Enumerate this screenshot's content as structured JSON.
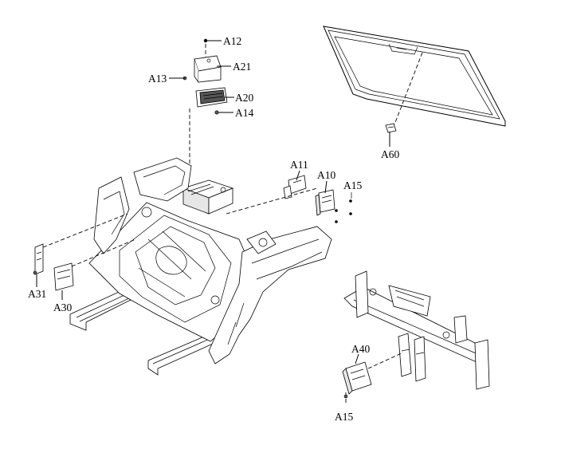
{
  "labels": {
    "a12": "A12",
    "a21": "A21",
    "a13": "A13",
    "a20": "A20",
    "a14": "A14",
    "a60": "A60",
    "a11": "A11",
    "a10": "A10",
    "a15_top": "A15",
    "a31": "A31",
    "a30": "A30",
    "a40": "A40",
    "a15_bottom": "A15"
  },
  "colors": {
    "line": "#000000",
    "fill": "#ffffff",
    "shade": "#e6e6e6"
  }
}
